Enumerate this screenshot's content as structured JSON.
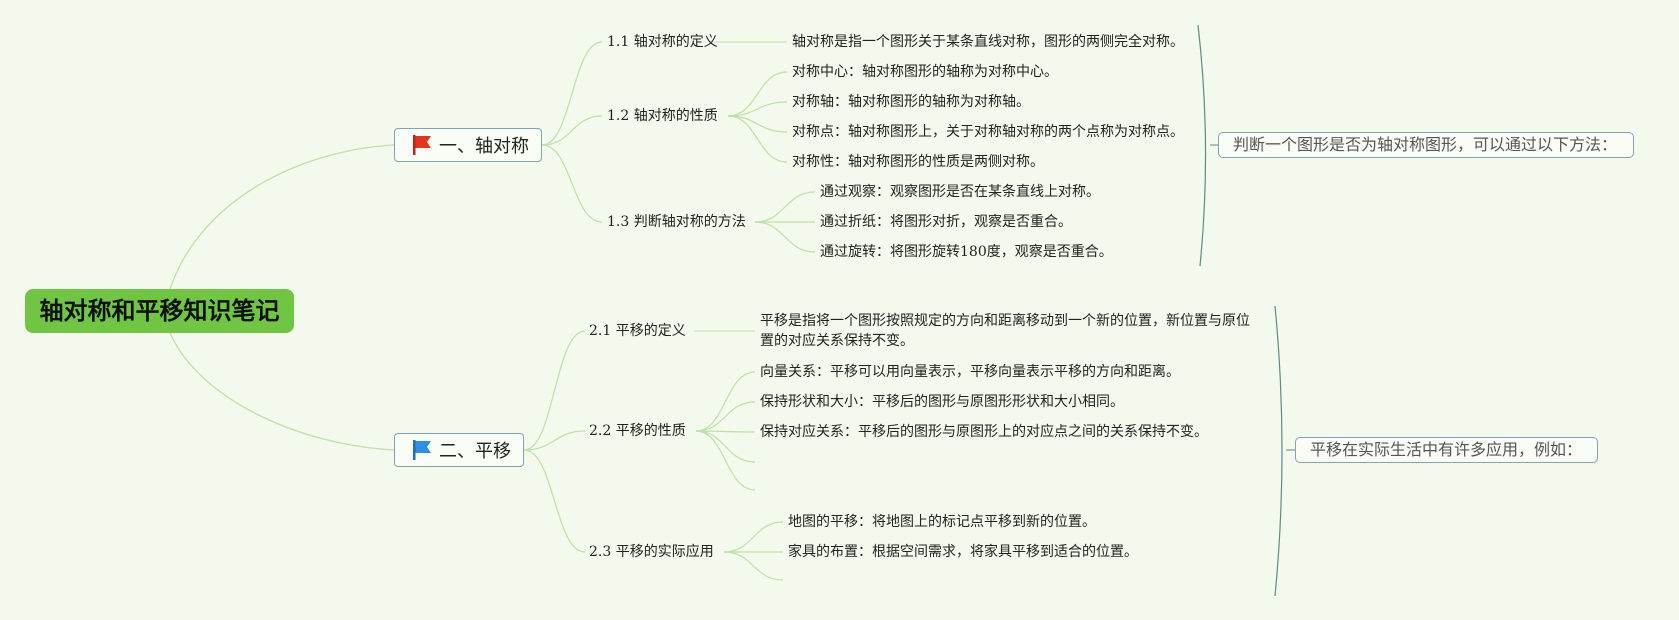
{
  "root": {
    "title": "轴对称和平移知识笔记"
  },
  "colors": {
    "root_fill": "#70c642",
    "link": "#bfe0a8",
    "brace": "#5e8c80",
    "flag1": "#e53321",
    "flag2": "#2f8fe0"
  },
  "branches": [
    {
      "label": "一、轴对称",
      "flag_icon": "red-flag-icon",
      "summary": "判断一个图形是否为轴对称图形，可以通过以下方法：",
      "subs": [
        {
          "label": "1.1 轴对称的定义",
          "items": [
            "轴对称是指一个图形关于某条直线对称，图形的两侧完全对称。"
          ]
        },
        {
          "label": "1.2 轴对称的性质",
          "items": [
            "对称中心：轴对称图形的轴称为对称中心。",
            "对称轴：轴对称图形的轴称为对称轴。",
            "对称点：轴对称图形上，关于对称轴对称的两个点称为对称点。",
            "对称性：轴对称图形的性质是两侧对称。"
          ]
        },
        {
          "label": "1.3 判断轴对称的方法",
          "items": [
            "通过观察：观察图形是否在某条直线上对称。",
            "通过折纸：将图形对折，观察是否重合。",
            "通过旋转：将图形旋转180度，观察是否重合。"
          ]
        }
      ]
    },
    {
      "label": "二、平移",
      "flag_icon": "blue-flag-icon",
      "summary": "平移在实际生活中有许多应用，例如：",
      "subs": [
        {
          "label": "2.1 平移的定义",
          "items": [
            "平移是指将一个图形按照规定的方向和距离移动到一个新的位置，新位置与原位置的对应关系保持不变。"
          ]
        },
        {
          "label": "2.2 平移的性质",
          "items": [
            "向量关系：平移可以用向量表示，平移向量表示平移的方向和距离。",
            "保持形状和大小：平移后的图形与原图形形状和大小相同。",
            "保持对应关系：平移后的图形与原图形上的对应点之间的关系保持不变。",
            "",
            ""
          ]
        },
        {
          "label": "2.3 平移的实际应用",
          "items": [
            "地图的平移：将地图上的标记点平移到新的位置。",
            "家具的布置：根据空间需求，将家具平移到适合的位置。",
            ""
          ]
        }
      ]
    }
  ]
}
